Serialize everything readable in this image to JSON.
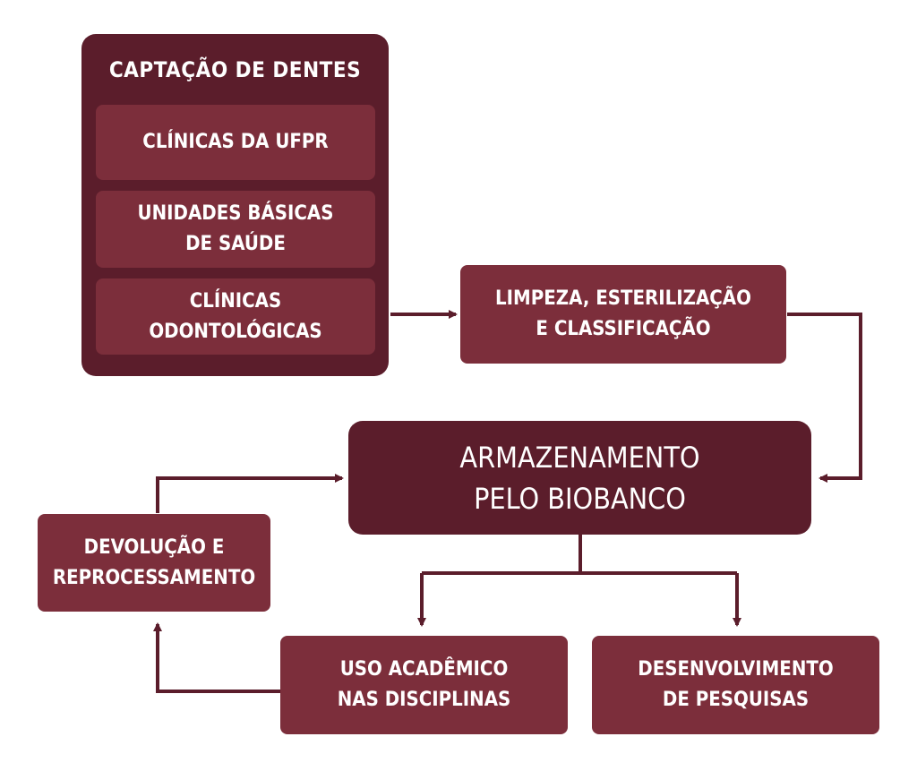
{
  "capture": {
    "title": "Captação de dentes",
    "sources": [
      "Clínicas da UFPR",
      "Unidades básicas\nde saúde",
      "Clínicas\nodontológicas"
    ]
  },
  "steps": {
    "cleaning": "Limpeza, esterilização\ne classificação",
    "storage": "Armazenamento\npelo biobanco",
    "return": "Devolução e\nreprocessamento",
    "academic": "Uso acadêmico\nnas disciplinas",
    "research": "Desenvolvimento\nde pesquisas"
  },
  "colors": {
    "dark": "#5b1d2b",
    "medium": "#7c2e3b",
    "arrow": "#5b1d2b",
    "text": "#ffffff"
  }
}
